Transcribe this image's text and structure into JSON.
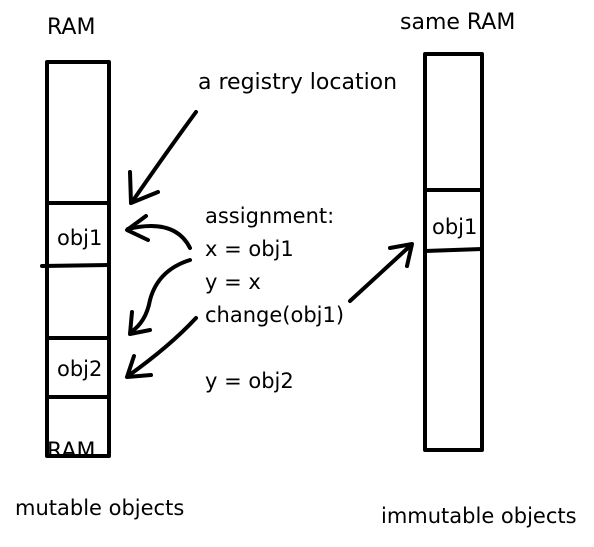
{
  "left_panel": {
    "title": "RAM",
    "bottom_label": "RAM",
    "caption": "mutable objects",
    "cells": [
      "obj1",
      "obj2"
    ]
  },
  "right_panel": {
    "title": "same RAM",
    "caption": "immutable objects",
    "cells": [
      "obj1"
    ]
  },
  "annotation": "a registry location",
  "code": {
    "heading": "assignment:",
    "line1": "x = obj1",
    "line2": "y = x",
    "line3": "change(obj1)",
    "line4": "y = obj2"
  },
  "colors": {
    "ink": "#000000",
    "background": "#ffffff"
  }
}
